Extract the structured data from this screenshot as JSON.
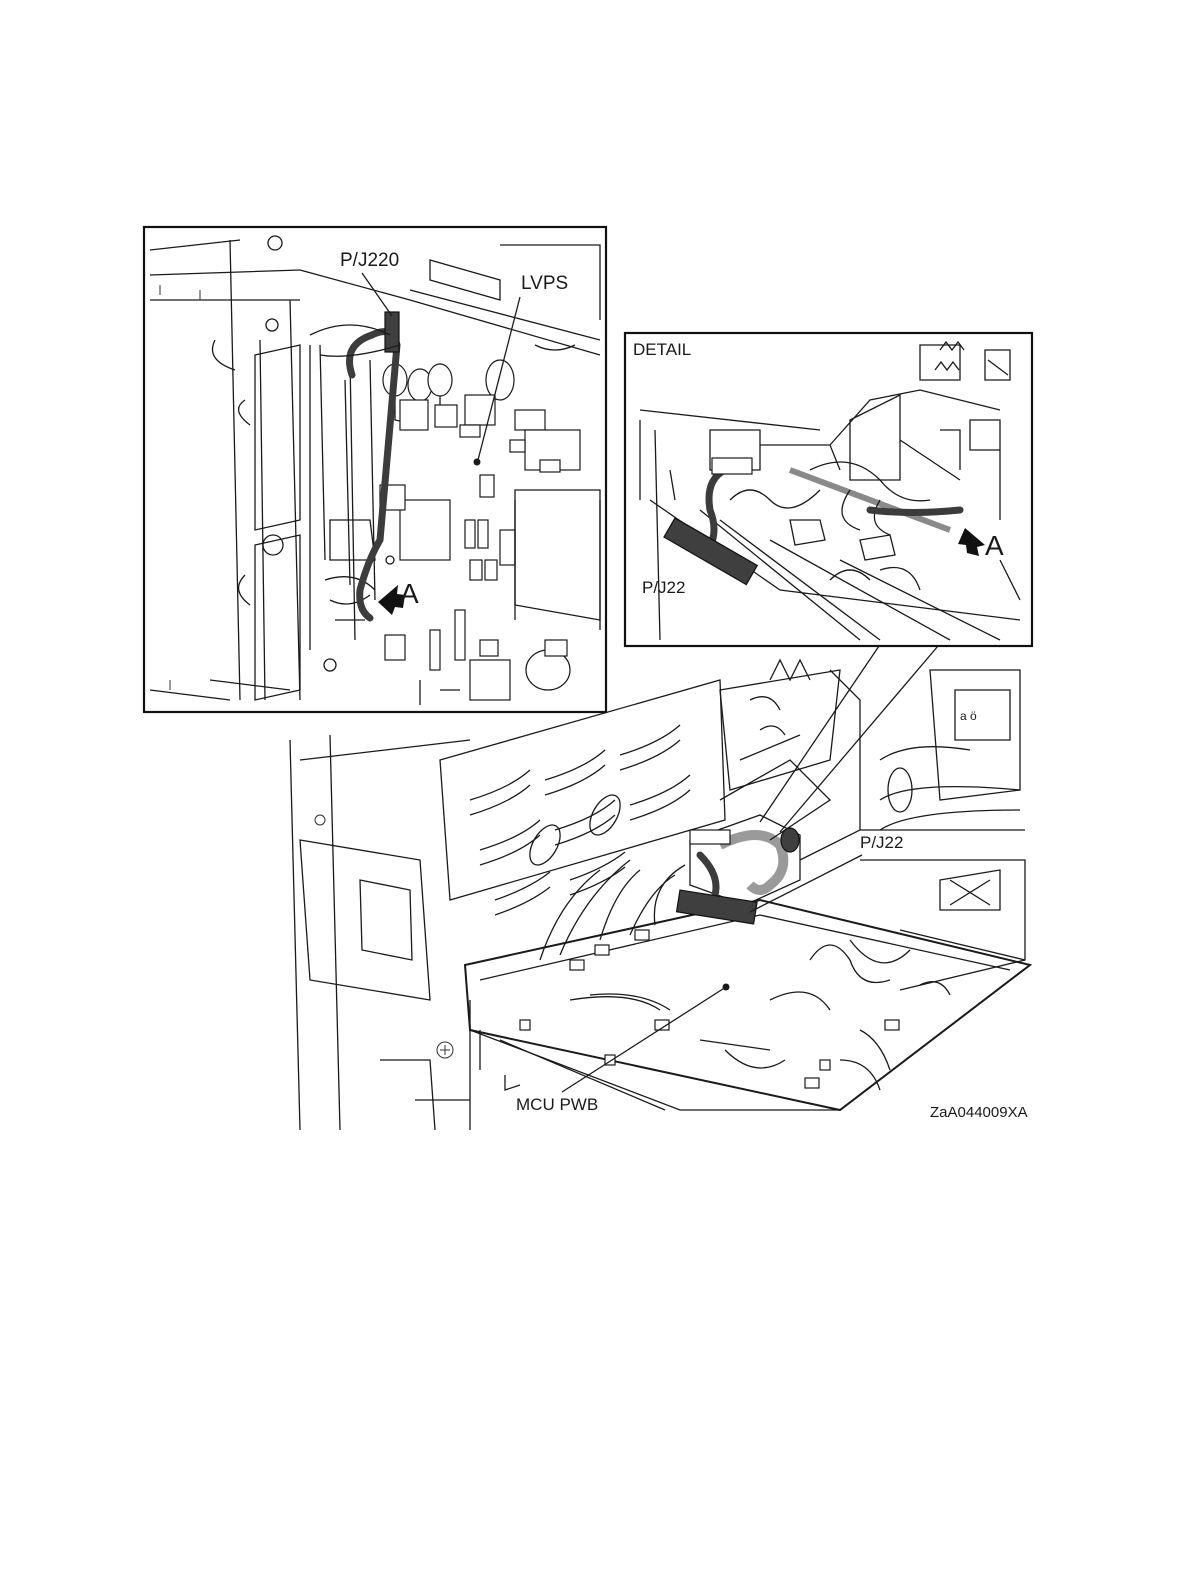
{
  "labels": {
    "pj220": "P/J220",
    "lvps": "LVPS",
    "detail": "DETAIL",
    "pj22_detail": "P/J22",
    "pj22_main": "P/J22",
    "mcu_pwb": "MCU PWB",
    "arrow_a_left": "A",
    "arrow_a_detail": "A",
    "figure_id": "ZaA044009XA"
  },
  "colors": {
    "line": "#1a1a1a",
    "cable": "#3c3c3c",
    "background": "#ffffff"
  }
}
